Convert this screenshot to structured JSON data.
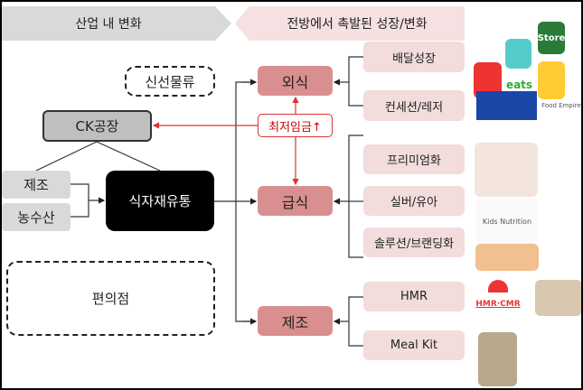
{
  "header": {
    "left": "산업 내 변화",
    "right": "전방에서 촉발된 성장/변화"
  },
  "left": {
    "fresh_logistics": "신선물류",
    "ck_factory": "CK공장",
    "manufacturing": "제조",
    "agri_fishery": "농수산",
    "food_distribution": "식자재유통",
    "convenience_store": "편의점"
  },
  "middle": {
    "dining_out": "외식",
    "min_wage": "최저임금↑",
    "catering": "급식",
    "manufacturing": "제조"
  },
  "right": [
    "배달성장",
    "컨세션/레저",
    "프리미엄화",
    "실버/유아",
    "솔루션/브랜딩화",
    "HMR",
    "Meal Kit"
  ],
  "logos": {
    "store": "Store",
    "eats": "eats",
    "food_empire": "Food Empire",
    "hmr_cmr": "HMR·CMR",
    "kids": "Kids Nutrition"
  },
  "colors": {
    "accent_red": "#c0504d",
    "middle_box": "#d98f8f",
    "right_box": "#f2dcdc"
  }
}
